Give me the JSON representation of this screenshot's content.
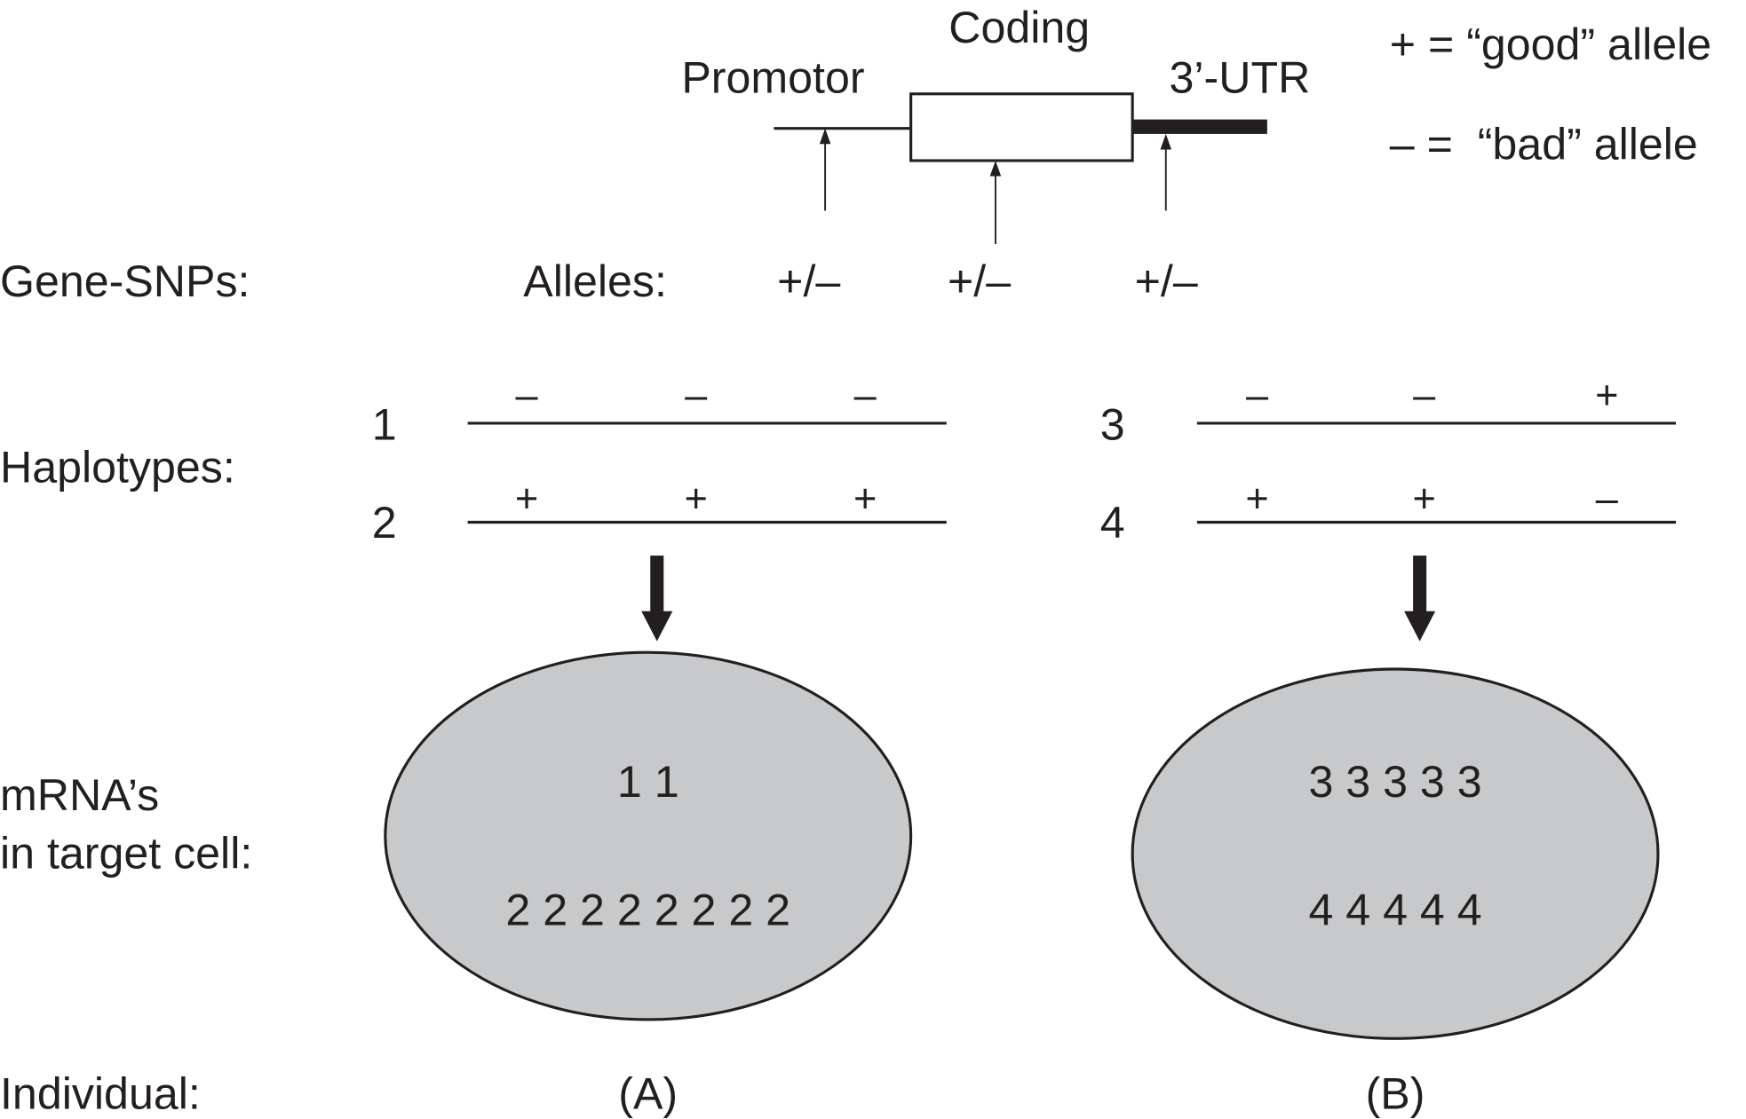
{
  "gene": {
    "regions": {
      "promotor": "Promotor",
      "coding": "Coding",
      "utr": "3’-UTR"
    },
    "legend": {
      "good": "+ = “good” allele",
      "bad": "– =  “bad” allele"
    }
  },
  "labels": {
    "gene_snps": "Gene-SNPs:",
    "alleles": "Alleles:",
    "allele_values": [
      "+/–",
      "+/–",
      "+/–"
    ],
    "haplotypes": "Haplotypes:",
    "mrna_line1": "mRNA’s",
    "mrna_line2": "in target cell:",
    "individual": "Individual:"
  },
  "haplotypes": [
    {
      "id": "1",
      "alleles": [
        "–",
        "–",
        "–"
      ]
    },
    {
      "id": "2",
      "alleles": [
        "+",
        "+",
        "+"
      ]
    },
    {
      "id": "3",
      "alleles": [
        "–",
        "–",
        "+"
      ]
    },
    {
      "id": "4",
      "alleles": [
        "+",
        "+",
        "–"
      ]
    }
  ],
  "cells": [
    {
      "individual": "(A)",
      "row1": "1 1",
      "row2": "2 2 2 2 2 2 2 2"
    },
    {
      "individual": "(B)",
      "row1": "3 3 3 3 3",
      "row2": "4 4 4 4 4"
    }
  ],
  "colors": {
    "cell_fill": "#c8c9cb",
    "ink": "#231f20"
  }
}
